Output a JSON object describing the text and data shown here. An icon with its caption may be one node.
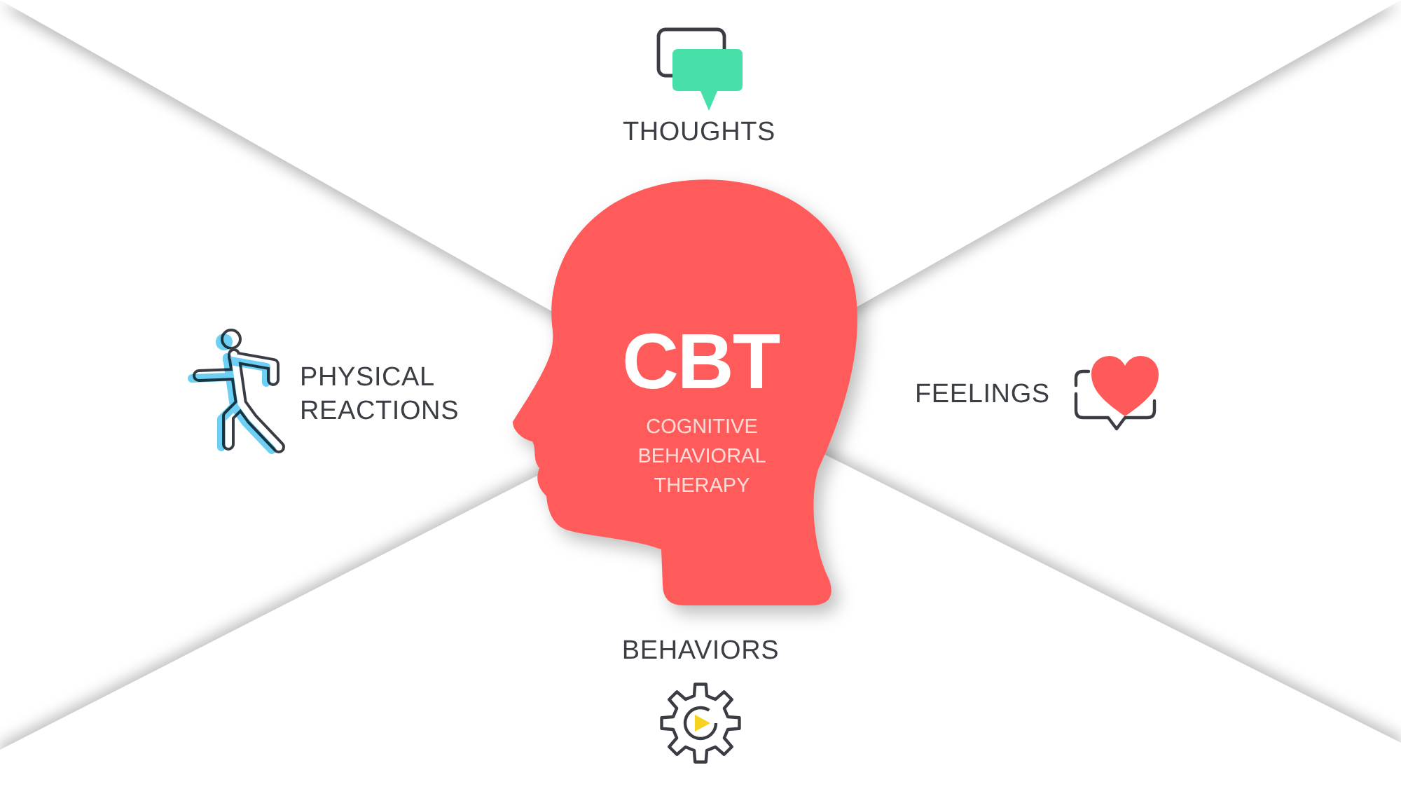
{
  "diagram": {
    "nodes": [
      {
        "text": [
          "THOUGHTS"
        ]
      },
      {
        "text": [
          "PHYSICAL REACTIONS"
        ]
      },
      {
        "text": [
          "CBT",
          "COGNITIVE BEHAVIORAL THERAPY"
        ]
      },
      {
        "text": [
          "FEELINGS"
        ]
      },
      {
        "text": [
          "BEHAVIORS"
        ]
      }
    ]
  }
}
